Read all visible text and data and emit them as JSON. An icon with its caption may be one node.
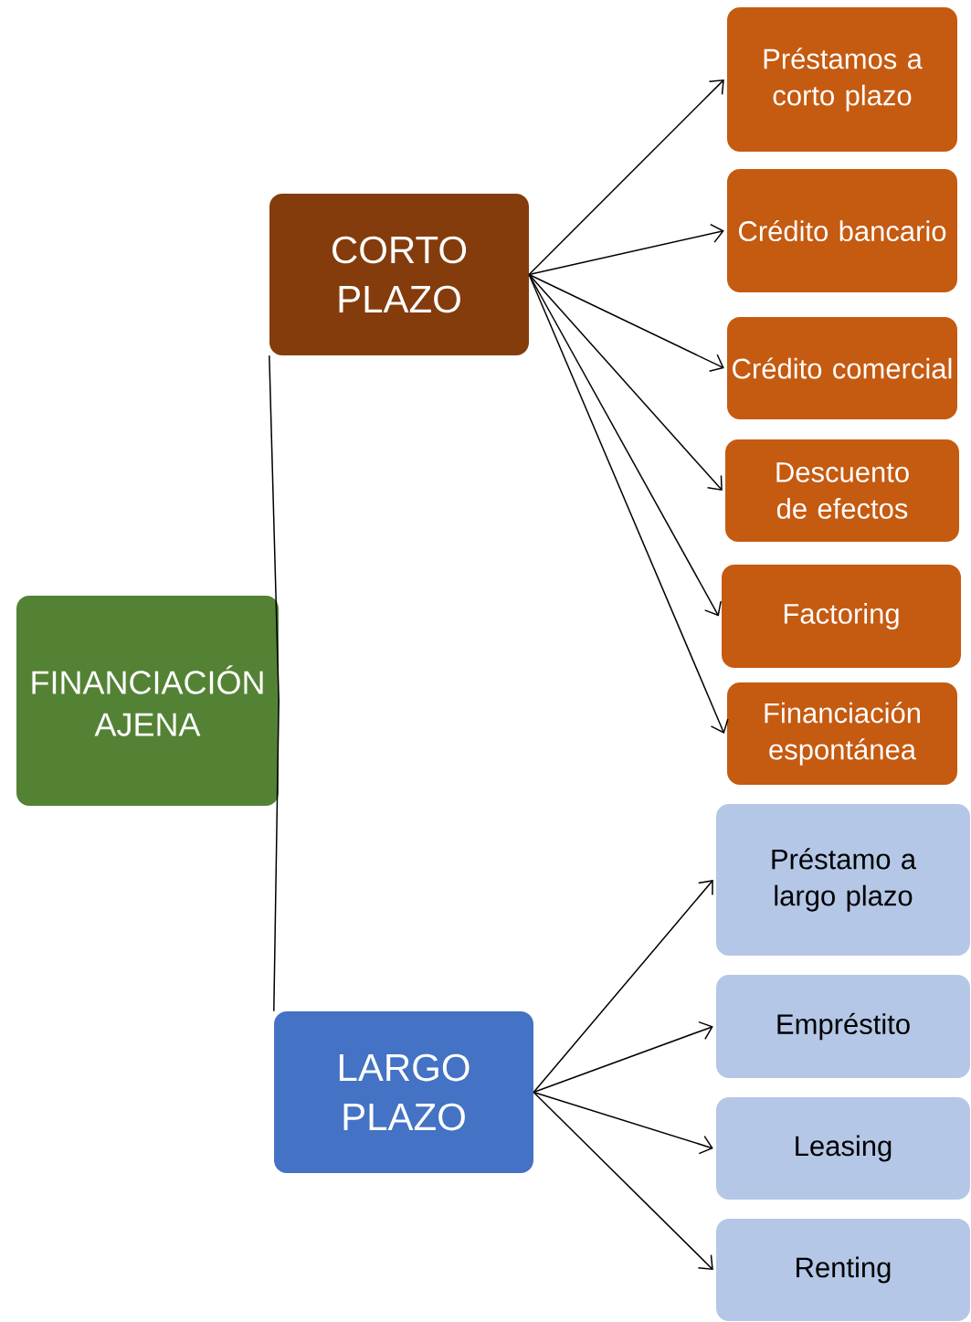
{
  "diagram": {
    "nodes": [
      {
        "text": [
          "FINANCIACIÓN AJENA"
        ]
      },
      {
        "text": [
          "CORTO PLAZO"
        ]
      },
      {
        "text": [
          "LARGO PLAZO"
        ]
      },
      {
        "text": [
          "Préstamos a corto plazo"
        ]
      },
      {
        "text": [
          "Crédito bancario"
        ]
      },
      {
        "text": [
          "Crédito comercial"
        ]
      },
      {
        "text": [
          "Descuento de efectos"
        ]
      },
      {
        "text": [
          "Factoring"
        ]
      },
      {
        "text": [
          "Financiación espontánea"
        ]
      },
      {
        "text": [
          "Préstamo a largo plazo"
        ]
      },
      {
        "text": [
          "Empréstito"
        ]
      },
      {
        "text": [
          "Leasing"
        ]
      },
      {
        "text": [
          "Renting"
        ]
      }
    ],
    "edges": [
      {
        "from": 0,
        "to": 1,
        "arrow": "none"
      },
      {
        "from": 0,
        "to": 2,
        "arrow": "none"
      },
      {
        "from": 1,
        "to": 3,
        "arrow": "to"
      },
      {
        "from": 1,
        "to": 4,
        "arrow": "to"
      },
      {
        "from": 1,
        "to": 5,
        "arrow": "to"
      },
      {
        "from": 1,
        "to": 6,
        "arrow": "to"
      },
      {
        "from": 1,
        "to": 7,
        "arrow": "to"
      },
      {
        "from": 1,
        "to": 8,
        "arrow": "to"
      },
      {
        "from": 2,
        "to": 9,
        "arrow": "to"
      },
      {
        "from": 2,
        "to": 10,
        "arrow": "to"
      },
      {
        "from": 2,
        "to": 11,
        "arrow": "to"
      },
      {
        "from": 2,
        "to": 12,
        "arrow": "to"
      }
    ]
  }
}
